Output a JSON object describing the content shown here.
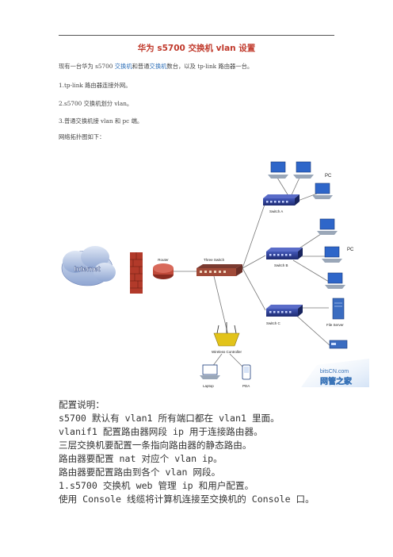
{
  "doc": {
    "title": "华为 s5700 交换机 vlan 设置",
    "intro_before": "现有一台华为 s5700 ",
    "intro_link1": "交换机",
    "intro_mid": "和普通",
    "intro_link2": "交换机",
    "intro_after": "数台，以及 tp-link 路由器一台。",
    "line1": "1.tp-link 路由器连接外网。",
    "line2": "2.s5700 交换机划分 vlan。",
    "line3": "3.普通交换机接 vlan 和 pc 端。",
    "topology_label": "网络拓扑图如下：",
    "config_heading": "配置说明：",
    "notes": [
      "s5700 默认有 vlan1 所有端口都在 vlan1 里面。",
      "vlanif1 配置路由器网段 ip 用于连接路由器。",
      "三层交换机要配置一条指向路由器的静态路由。",
      "路由器要配置 nat 对应个 vlan ip。",
      "路由器要配置路由到各个 vlan 网段。",
      "1.s5700 交换机 web 管理 ip 和用户配置。",
      "使用 Console 线缆将计算机连接至交换机的 Console 口。"
    ]
  },
  "diagram": {
    "internet": "Internet",
    "router": "Router",
    "three_switch": "Three Switch",
    "switch_a": "Switch A",
    "switch_b": "Switch B",
    "switch_c": "Switch C",
    "pc_a": "PC",
    "pc_b": "PC",
    "file_server": "File Server",
    "wireless": "Wireless Controller",
    "laptop": "Laptop",
    "pda": "PDA",
    "watermark_site": "bitsCN.com",
    "watermark_name": "网管之家",
    "colors": {
      "switch": "#2a3a8c",
      "cloud": "#9bb0d6",
      "wall": "#b23a2a",
      "router": "#c04a3a",
      "ap": "#e2c31a",
      "watermark": "#3a74b8"
    }
  }
}
